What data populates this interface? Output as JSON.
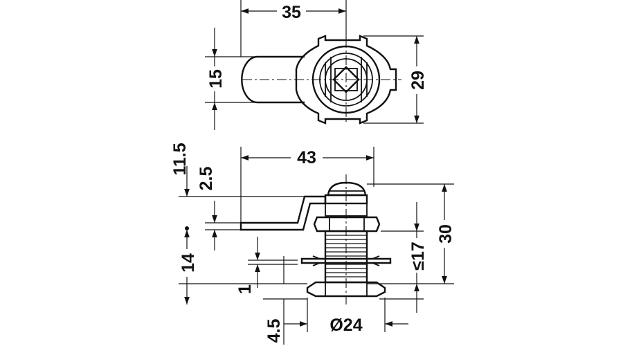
{
  "drawing": {
    "top_view": {
      "dimensions": {
        "lever_span": "35",
        "lever_width": "15",
        "body_diameter": "29"
      }
    },
    "side_view": {
      "dimensions": {
        "lever_length": "43",
        "lever_offset": "11.5",
        "lever_thickness": "2.5",
        "total_height": "30",
        "panel_thickness_max": "≤17",
        "thread_length": "14",
        "washer_gap": "1",
        "flange_height": "4.5",
        "flange_diameter": "Ø24"
      }
    },
    "colors": {
      "line": "#111111",
      "background": "#ffffff"
    }
  }
}
